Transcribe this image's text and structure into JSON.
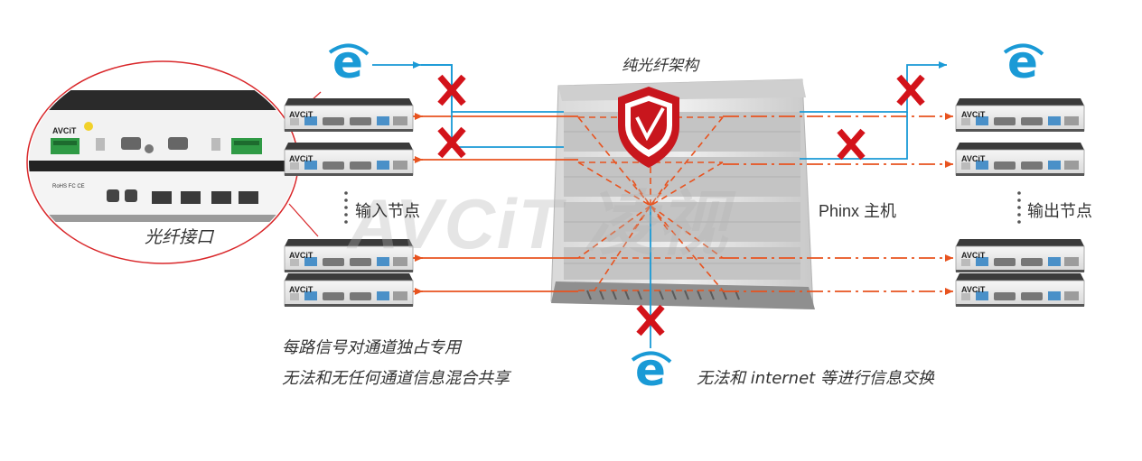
{
  "title": "纯光纤架构",
  "host_label": "Phinx 主机",
  "input_label": "输入节点",
  "output_label": "输出节点",
  "zoom_label": "光纤接口",
  "notes": {
    "line1": "每路信号对通道独占专用",
    "line2": "无法和无任何通道信息混合共享",
    "internet": "无法和 internet 等进行信息交换"
  },
  "brand": "AVCiT",
  "watermark": "AVCiT 凌视",
  "colors": {
    "signal_line": "#e8531f",
    "internet_line": "#1a9ad6",
    "block_mark": "#d3131a",
    "shield": "#c8161d",
    "zoom_outline": "#d9272a",
    "ie_icon": "#1a9ad6"
  },
  "icons": [
    "ie-icon",
    "block-x-icon",
    "shield-check-icon"
  ]
}
